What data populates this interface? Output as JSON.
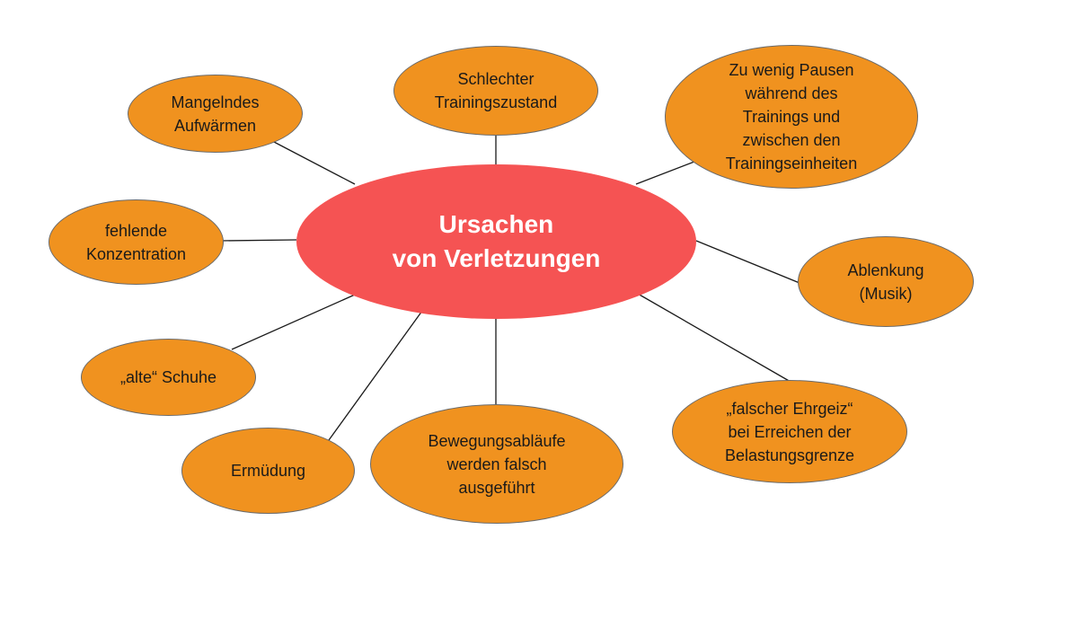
{
  "center": {
    "label": "Ursachen\nvon Verletzungen"
  },
  "causes": [
    {
      "label": "Schlechter\nTrainingszustand"
    },
    {
      "label": "Zu wenig Pausen\nwährend des\nTrainings und\nzwischen den\nTrainingseinheiten"
    },
    {
      "label": "Mangelndes\nAufwärmen"
    },
    {
      "label": "fehlende\nKonzentration"
    },
    {
      "label": "Ablenkung\n(Musik)"
    },
    {
      "label": "„alte“ Schuhe"
    },
    {
      "label": "„falscher Ehrgeiz“\nbei Erreichen der\nBelastungsgrenze"
    },
    {
      "label": "Ermüdung"
    },
    {
      "label": "Bewegungsabläufe\nwerden falsch\nausgeführt"
    }
  ],
  "colors": {
    "center": "#f55353",
    "cause": "#f0921f",
    "connector": "#1a1a1a",
    "outline": "#6b6b6b"
  }
}
